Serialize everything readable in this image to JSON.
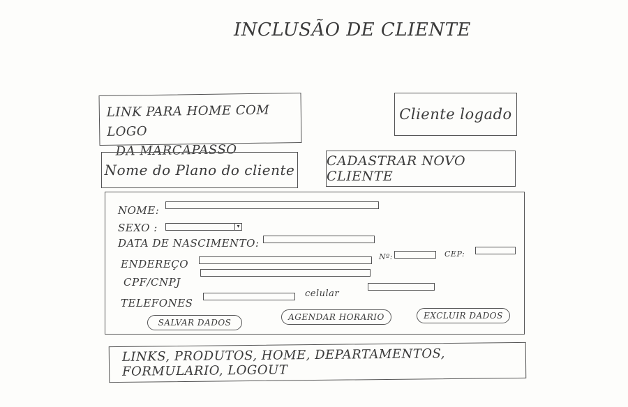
{
  "page_title": "INCLUSÃO DE CLIENTE",
  "header": {
    "home_link_line1": "LINK PARA HOME COM LOGO",
    "home_link_line2": "DA MARCAPASSO",
    "logged_client": "Cliente logado"
  },
  "plan_name": "Nome do Plano do cliente",
  "register_new_client": "CADASTRAR NOVO CLIENTE",
  "form": {
    "name_label": "NOME:",
    "sex_label": "SEXO :",
    "birth_label": "DATA DE NASCIMENTO:",
    "address_label": "ENDEREÇO",
    "number_label": "Nº:",
    "cep_label": "CEP:",
    "cpf_label": "CPF/CNPJ",
    "phones_label": "TELEFONES",
    "mobile_label": "celular",
    "sex_select_icon": "dropdown-arrow"
  },
  "buttons": {
    "save": "SALVAR DADOS",
    "schedule": "AGENDAR HORARIO",
    "delete": "EXCLUIR DADOS"
  },
  "footer_links": "LINKS, PRODUTOS, HOME, DEPARTAMENTOS, FORMULARIO, LOGOUT"
}
